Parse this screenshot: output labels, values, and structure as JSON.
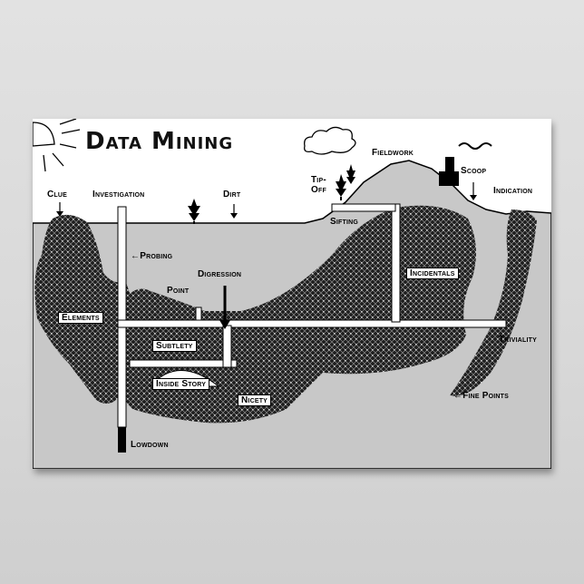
{
  "title": "Data Mining",
  "labels": {
    "clue": "Clue",
    "investigation": "Investigation",
    "dirt": "Dirt",
    "tip_off_line1": "Tip-",
    "tip_off_line2": "Off",
    "fieldwork": "Fieldwork",
    "scoop": "Scoop",
    "indication": "Indication",
    "probing": "Probing",
    "sifting": "Sifting",
    "incidentals": "Incidentals",
    "point": "Point",
    "digression": "Digression",
    "elements": "Elements",
    "subtlety": "Subtlety",
    "triviality": "Triviality",
    "inside_story": "Inside Story",
    "nicety": "Nicety",
    "fine_points": "Fine Points",
    "lowdown": "Lowdown"
  },
  "icons": [
    "sun-icon",
    "cloud-icon",
    "tree-icon",
    "factory-icon"
  ],
  "colors": {
    "ore": "#2a2a2a",
    "ground": "#c8c8c8",
    "sky": "#ffffff",
    "shaft": "#ffffff"
  }
}
